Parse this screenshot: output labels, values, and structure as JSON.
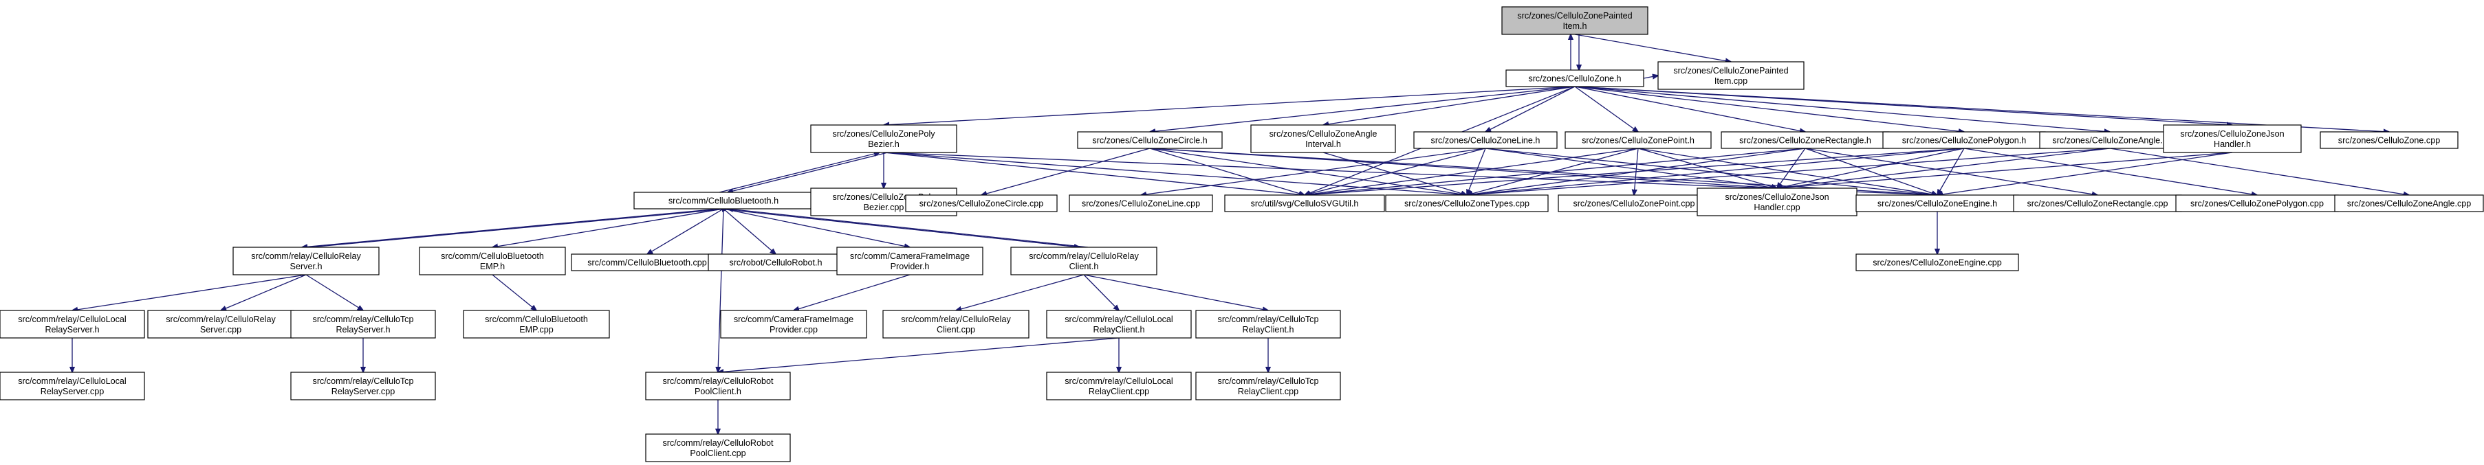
{
  "nodes": [
    {
      "id": "root",
      "lines": [
        "src/zones/CelluloZonePainted",
        "Item.h"
      ],
      "root": true
    },
    {
      "id": "czone_h",
      "lines": [
        "src/zones/CelluloZone.h"
      ]
    },
    {
      "id": "czpaint_cpp",
      "lines": [
        "src/zones/CelluloZonePainted",
        "Item.cpp"
      ]
    },
    {
      "id": "polybezier_h",
      "lines": [
        "src/zones/CelluloZonePoly",
        "Bezier.h"
      ]
    },
    {
      "id": "circle_h",
      "lines": [
        "src/zones/CelluloZoneCircle.h"
      ]
    },
    {
      "id": "angleint_h",
      "lines": [
        "src/zones/CelluloZoneAngle",
        "Interval.h"
      ]
    },
    {
      "id": "line_h",
      "lines": [
        "src/zones/CelluloZoneLine.h"
      ]
    },
    {
      "id": "point_h",
      "lines": [
        "src/zones/CelluloZonePoint.h"
      ]
    },
    {
      "id": "rect_h",
      "lines": [
        "src/zones/CelluloZoneRectangle.h"
      ]
    },
    {
      "id": "polygon_h",
      "lines": [
        "src/zones/CelluloZonePolygon.h"
      ]
    },
    {
      "id": "angle_h",
      "lines": [
        "src/zones/CelluloZoneAngle.h"
      ]
    },
    {
      "id": "jsonh_h",
      "lines": [
        "src/zones/CelluloZoneJson",
        "Handler.h"
      ]
    },
    {
      "id": "czone_cpp",
      "lines": [
        "src/zones/CelluloZone.cpp"
      ]
    },
    {
      "id": "bt_h",
      "lines": [
        "src/comm/CelluloBluetooth.h"
      ]
    },
    {
      "id": "polybezier_cpp",
      "lines": [
        "src/zones/CelluloZonePoly",
        "Bezier.cpp"
      ]
    },
    {
      "id": "circle_cpp",
      "lines": [
        "src/zones/CelluloZoneCircle.cpp"
      ]
    },
    {
      "id": "line_cpp",
      "lines": [
        "src/zones/CelluloZoneLine.cpp"
      ]
    },
    {
      "id": "svgutil_h",
      "lines": [
        "src/util/svg/CelluloSVGUtil.h"
      ]
    },
    {
      "id": "types_cpp",
      "lines": [
        "src/zones/CelluloZoneTypes.cpp"
      ]
    },
    {
      "id": "point_cpp",
      "lines": [
        "src/zones/CelluloZonePoint.cpp"
      ]
    },
    {
      "id": "jsonh_cpp",
      "lines": [
        "src/zones/CelluloZoneJson",
        "Handler.cpp"
      ]
    },
    {
      "id": "engine_h",
      "lines": [
        "src/zones/CelluloZoneEngine.h"
      ]
    },
    {
      "id": "rect_cpp",
      "lines": [
        "src/zones/CelluloZoneRectangle.cpp"
      ]
    },
    {
      "id": "polygon_cpp",
      "lines": [
        "src/zones/CelluloZonePolygon.cpp"
      ]
    },
    {
      "id": "angle_cpp",
      "lines": [
        "src/zones/CelluloZoneAngle.cpp"
      ]
    },
    {
      "id": "relayserver_h",
      "lines": [
        "src/comm/relay/CelluloRelay",
        "Server.h"
      ]
    },
    {
      "id": "btemp_h",
      "lines": [
        "src/comm/CelluloBluetooth",
        "EMP.h"
      ]
    },
    {
      "id": "bt_cpp",
      "lines": [
        "src/comm/CelluloBluetooth.cpp"
      ]
    },
    {
      "id": "robot_h",
      "lines": [
        "src/robot/CelluloRobot.h"
      ]
    },
    {
      "id": "camframe_h",
      "lines": [
        "src/comm/CameraFrameImage",
        "Provider.h"
      ]
    },
    {
      "id": "relayclient_h",
      "lines": [
        "src/comm/relay/CelluloRelay",
        "Client.h"
      ]
    },
    {
      "id": "engine_cpp",
      "lines": [
        "src/zones/CelluloZoneEngine.cpp"
      ]
    },
    {
      "id": "localserver_h",
      "lines": [
        "src/comm/relay/CelluloLocal",
        "RelayServer.h"
      ]
    },
    {
      "id": "relayserver_cpp",
      "lines": [
        "src/comm/relay/CelluloRelay",
        "Server.cpp"
      ]
    },
    {
      "id": "tcpserver_h",
      "lines": [
        "src/comm/relay/CelluloTcp",
        "RelayServer.h"
      ]
    },
    {
      "id": "btemp_cpp",
      "lines": [
        "src/comm/CelluloBluetooth",
        "EMP.cpp"
      ]
    },
    {
      "id": "camframe_cpp",
      "lines": [
        "src/comm/CameraFrameImage",
        "Provider.cpp"
      ]
    },
    {
      "id": "relayclient_cpp",
      "lines": [
        "src/comm/relay/CelluloRelay",
        "Client.cpp"
      ]
    },
    {
      "id": "localclient_h",
      "lines": [
        "src/comm/relay/CelluloLocal",
        "RelayClient.h"
      ]
    },
    {
      "id": "tcpclient_h",
      "lines": [
        "src/comm/relay/CelluloTcp",
        "RelayClient.h"
      ]
    },
    {
      "id": "localserver_cpp",
      "lines": [
        "src/comm/relay/CelluloLocal",
        "RelayServer.cpp"
      ]
    },
    {
      "id": "tcpserver_cpp",
      "lines": [
        "src/comm/relay/CelluloTcp",
        "RelayServer.cpp"
      ]
    },
    {
      "id": "poolclient_h",
      "lines": [
        "src/comm/relay/CelluloRobot",
        "PoolClient.h"
      ]
    },
    {
      "id": "localclient_cpp",
      "lines": [
        "src/comm/relay/CelluloLocal",
        "RelayClient.cpp"
      ]
    },
    {
      "id": "tcpclient_cpp",
      "lines": [
        "src/comm/relay/CelluloTcp",
        "RelayClient.cpp"
      ]
    },
    {
      "id": "poolclient_cpp",
      "lines": [
        "src/comm/relay/CelluloRobot",
        "PoolClient.cpp"
      ]
    }
  ],
  "edges": [
    [
      "root",
      "czone_h"
    ],
    [
      "root",
      "czpaint_cpp"
    ],
    [
      "czone_h",
      "root"
    ],
    [
      "czone_h",
      "czpaint_cpp"
    ],
    [
      "czone_h",
      "polybezier_h"
    ],
    [
      "czone_h",
      "circle_h"
    ],
    [
      "czone_h",
      "angleint_h"
    ],
    [
      "czone_h",
      "line_h"
    ],
    [
      "czone_h",
      "point_h"
    ],
    [
      "czone_h",
      "rect_h"
    ],
    [
      "czone_h",
      "polygon_h"
    ],
    [
      "czone_h",
      "angle_h"
    ],
    [
      "czone_h",
      "jsonh_h"
    ],
    [
      "czone_h",
      "czone_cpp"
    ],
    [
      "czone_h",
      "svgutil_h"
    ],
    [
      "polybezier_h",
      "bt_h"
    ],
    [
      "polybezier_h",
      "polybezier_cpp"
    ],
    [
      "polybezier_h",
      "svgutil_h"
    ],
    [
      "polybezier_h",
      "types_cpp"
    ],
    [
      "polybezier_h",
      "engine_h"
    ],
    [
      "circle_h",
      "circle_cpp"
    ],
    [
      "circle_h",
      "svgutil_h"
    ],
    [
      "circle_h",
      "types_cpp"
    ],
    [
      "circle_h",
      "jsonh_cpp"
    ],
    [
      "circle_h",
      "engine_h"
    ],
    [
      "angleint_h",
      "types_cpp"
    ],
    [
      "line_h",
      "line_cpp"
    ],
    [
      "line_h",
      "svgutil_h"
    ],
    [
      "line_h",
      "types_cpp"
    ],
    [
      "line_h",
      "jsonh_cpp"
    ],
    [
      "line_h",
      "engine_h"
    ],
    [
      "point_h",
      "point_cpp"
    ],
    [
      "point_h",
      "svgutil_h"
    ],
    [
      "point_h",
      "types_cpp"
    ],
    [
      "point_h",
      "jsonh_cpp"
    ],
    [
      "point_h",
      "engine_h"
    ],
    [
      "rect_h",
      "rect_cpp"
    ],
    [
      "rect_h",
      "svgutil_h"
    ],
    [
      "rect_h",
      "types_cpp"
    ],
    [
      "rect_h",
      "jsonh_cpp"
    ],
    [
      "rect_h",
      "engine_h"
    ],
    [
      "polygon_h",
      "polygon_cpp"
    ],
    [
      "polygon_h",
      "svgutil_h"
    ],
    [
      "polygon_h",
      "types_cpp"
    ],
    [
      "polygon_h",
      "jsonh_cpp"
    ],
    [
      "polygon_h",
      "engine_h"
    ],
    [
      "angle_h",
      "angle_cpp"
    ],
    [
      "angle_h",
      "types_cpp"
    ],
    [
      "angle_h",
      "jsonh_cpp"
    ],
    [
      "jsonh_h",
      "jsonh_cpp"
    ],
    [
      "jsonh_h",
      "engine_h"
    ],
    [
      "bt_h",
      "polybezier_h"
    ],
    [
      "bt_h",
      "relayserver_h"
    ],
    [
      "bt_h",
      "btemp_h"
    ],
    [
      "bt_h",
      "bt_cpp"
    ],
    [
      "bt_h",
      "robot_h"
    ],
    [
      "bt_h",
      "camframe_h"
    ],
    [
      "bt_h",
      "relayclient_h"
    ],
    [
      "bt_h",
      "poolclient_h"
    ],
    [
      "relayserver_h",
      "bt_h"
    ],
    [
      "relayclient_h",
      "bt_h"
    ],
    [
      "engine_h",
      "engine_cpp"
    ],
    [
      "relayserver_h",
      "localserver_h"
    ],
    [
      "relayserver_h",
      "relayserver_cpp"
    ],
    [
      "relayserver_h",
      "tcpserver_h"
    ],
    [
      "btemp_h",
      "btemp_cpp"
    ],
    [
      "camframe_h",
      "camframe_cpp"
    ],
    [
      "relayclient_h",
      "relayclient_cpp"
    ],
    [
      "relayclient_h",
      "localclient_h"
    ],
    [
      "relayclient_h",
      "tcpclient_h"
    ],
    [
      "localserver_h",
      "localserver_cpp"
    ],
    [
      "tcpserver_h",
      "tcpserver_cpp"
    ],
    [
      "localclient_h",
      "poolclient_h"
    ],
    [
      "localclient_h",
      "localclient_cpp"
    ],
    [
      "tcpclient_h",
      "tcpclient_cpp"
    ],
    [
      "poolclient_h",
      "poolclient_cpp"
    ]
  ]
}
